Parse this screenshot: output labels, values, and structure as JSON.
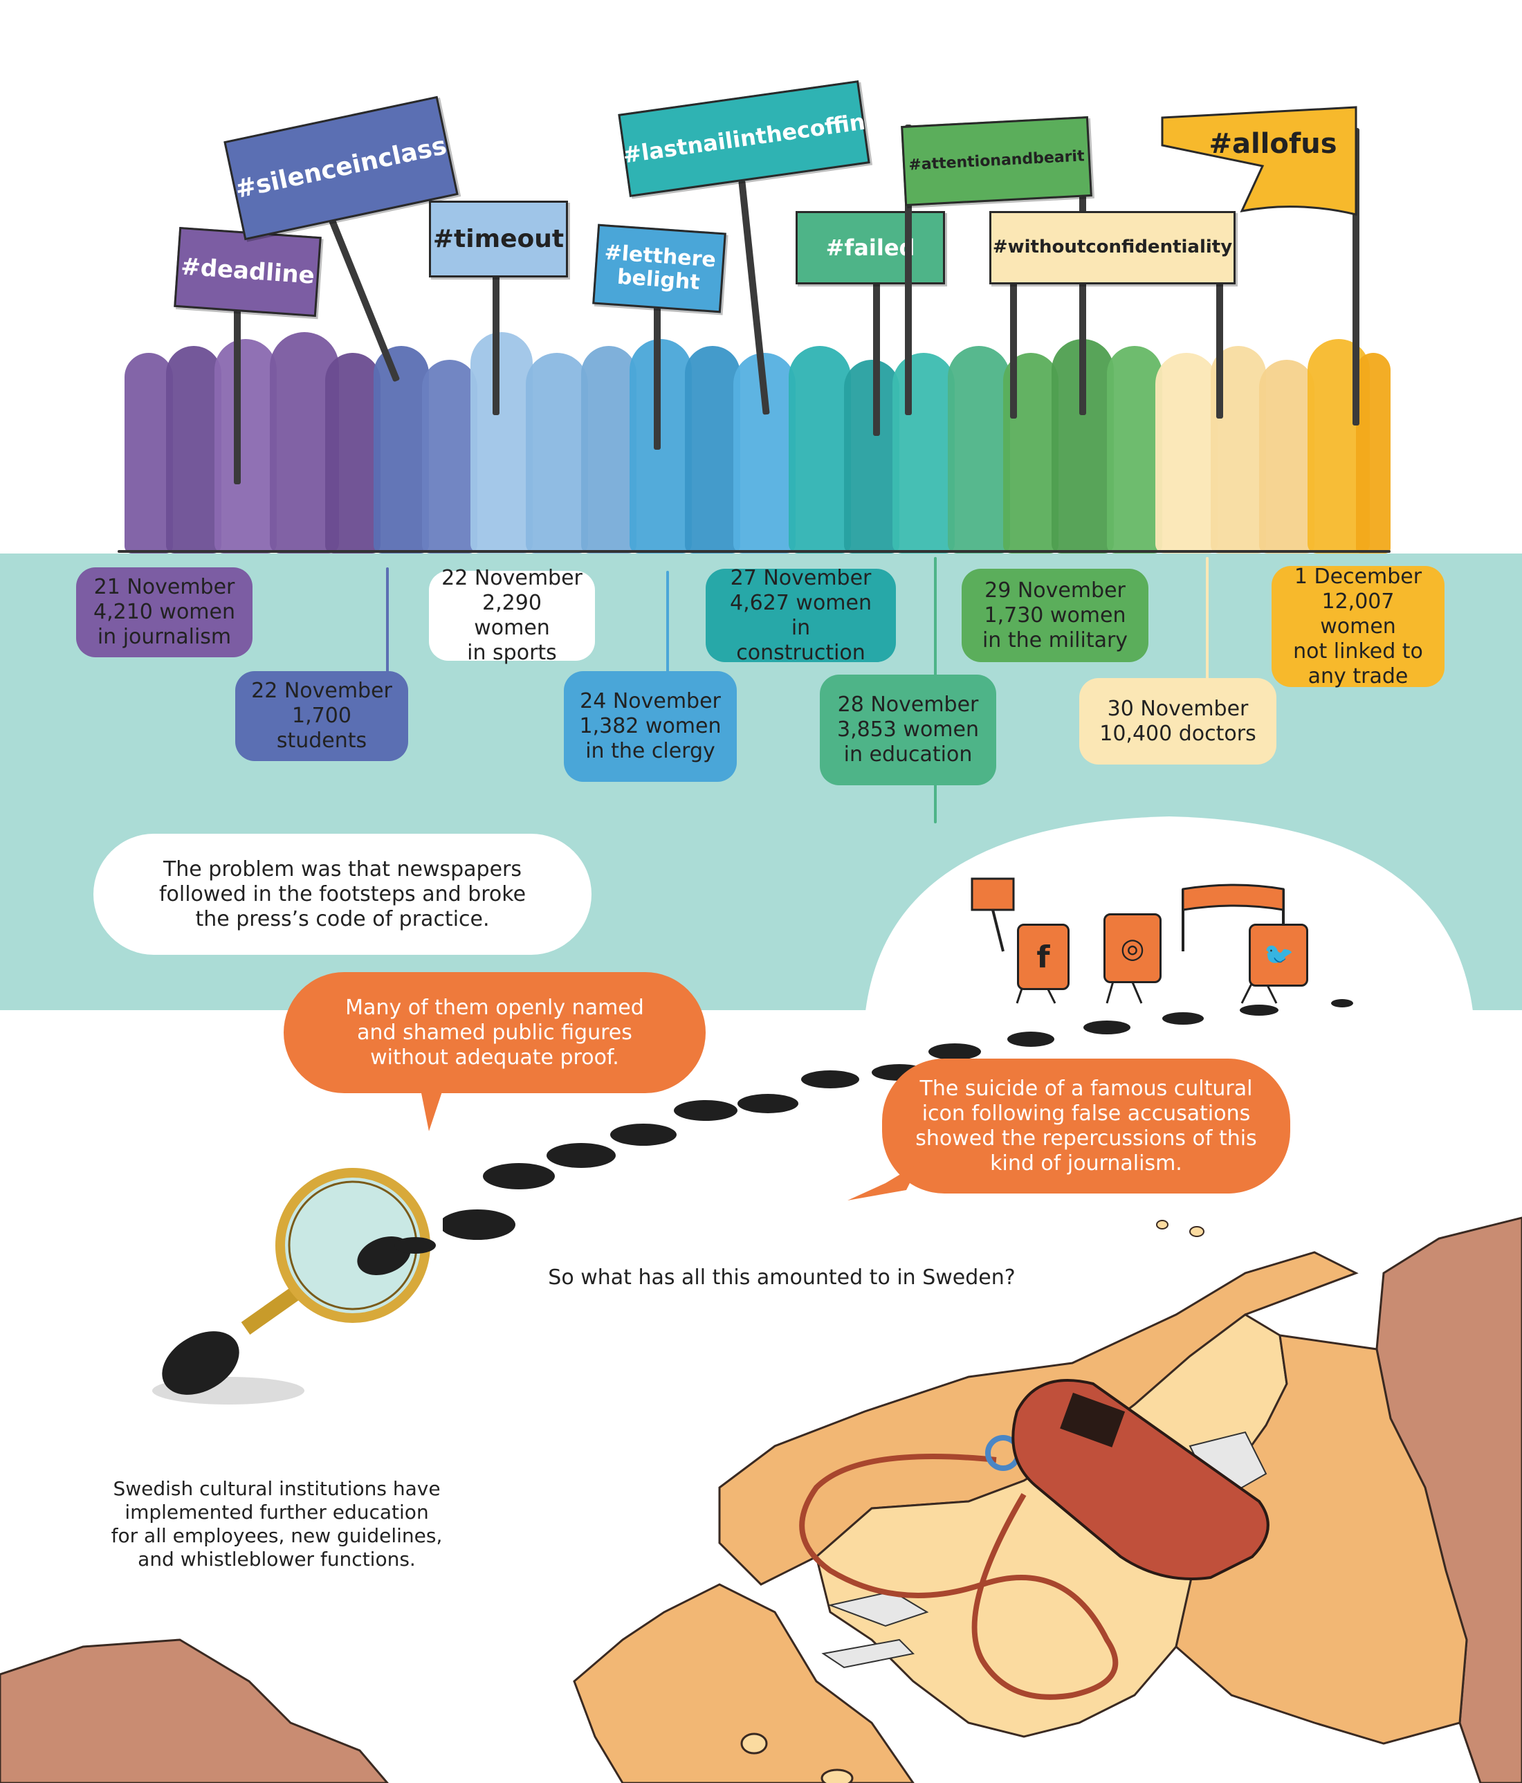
{
  "signs": [
    {
      "id": "deadline",
      "text": "#deadline",
      "color": "#7c5da3"
    },
    {
      "id": "silenceinclass",
      "text": "#silenceinclass",
      "color": "#5b6fb3"
    },
    {
      "id": "timeout",
      "text": "#timeout",
      "color": "#9fc5e8"
    },
    {
      "id": "lettherebelight",
      "text": "#letthere\nbelight",
      "color": "#4aa6d8"
    },
    {
      "id": "lastnailinthecoffin",
      "text": "#lastnailinthecoffin",
      "color": "#2fb3b3"
    },
    {
      "id": "failed",
      "text": "#failed",
      "color": "#4eb488"
    },
    {
      "id": "attentionandbearit",
      "text": "#attentionandbearit",
      "color": "#5bae5b"
    },
    {
      "id": "withoutconfidentiality",
      "text": "#withoutconfidentiality",
      "color": "#fbe7b5"
    },
    {
      "id": "allofus",
      "text": "#allofus",
      "color": "#f7b92c"
    }
  ],
  "timeline": [
    {
      "date": "21 November",
      "detail": "4,210 women\nin journalism",
      "color": "#7c5da3",
      "text_color": "#222222"
    },
    {
      "date": "22 November",
      "detail": "1,700 students",
      "color": "#5b6fb3",
      "text_color": "#222222"
    },
    {
      "date": "22 November",
      "detail": "2,290 women\nin sports",
      "color": "#ffffff",
      "text_color": "#222222"
    },
    {
      "date": "24 November",
      "detail": "1,382 women\nin the clergy",
      "color": "#4aa6d8",
      "text_color": "#222222"
    },
    {
      "date": "27 November",
      "detail": "4,627 women in\nconstruction",
      "color": "#27a8a8",
      "text_color": "#222222"
    },
    {
      "date": "28 November",
      "detail": "3,853 women\nin education",
      "color": "#4eb488",
      "text_color": "#222222"
    },
    {
      "date": "29 November",
      "detail": "1,730 women\nin the military",
      "color": "#5bae5b",
      "text_color": "#222222"
    },
    {
      "date": "30 November",
      "detail": "10,400 doctors",
      "color": "#fbe7b5",
      "text_color": "#222222"
    },
    {
      "date": "1 December",
      "detail": "12,007 women\nnot linked to\nany trade",
      "color": "#f7b92c",
      "text_color": "#222222"
    }
  ],
  "bubbles": {
    "newspapers": "The problem was that newspapers\nfollowed in the footsteps and broke\nthe press’s code of practice.",
    "named_and_shamed": "Many of them openly named\nand shamed public figures\nwithout adequate proof.",
    "suicide": "The suicide of a famous cultural\nicon following false accusations\nshowed the repercussions of this\nkind of journalism."
  },
  "captions": {
    "sweden_question": "So what has all this amounted to in Sweden?",
    "institutions": "Swedish cultural institutions have\nimplemented further education\nfor all employees, new guidelines,\nand whistleblower functions."
  },
  "social_icons": [
    {
      "name": "facebook-icon",
      "glyph": "f"
    },
    {
      "name": "instagram-icon",
      "glyph": "◎"
    },
    {
      "name": "twitter-icon",
      "glyph": "🐦"
    }
  ],
  "colors": {
    "teal_band": "#abdcd6",
    "orange_bubble": "#ee7a3c",
    "map_land_light": "#fbdba0",
    "map_land_mid": "#f2b774",
    "map_land_dark": "#c98c72",
    "whistle": "#c0503b"
  }
}
